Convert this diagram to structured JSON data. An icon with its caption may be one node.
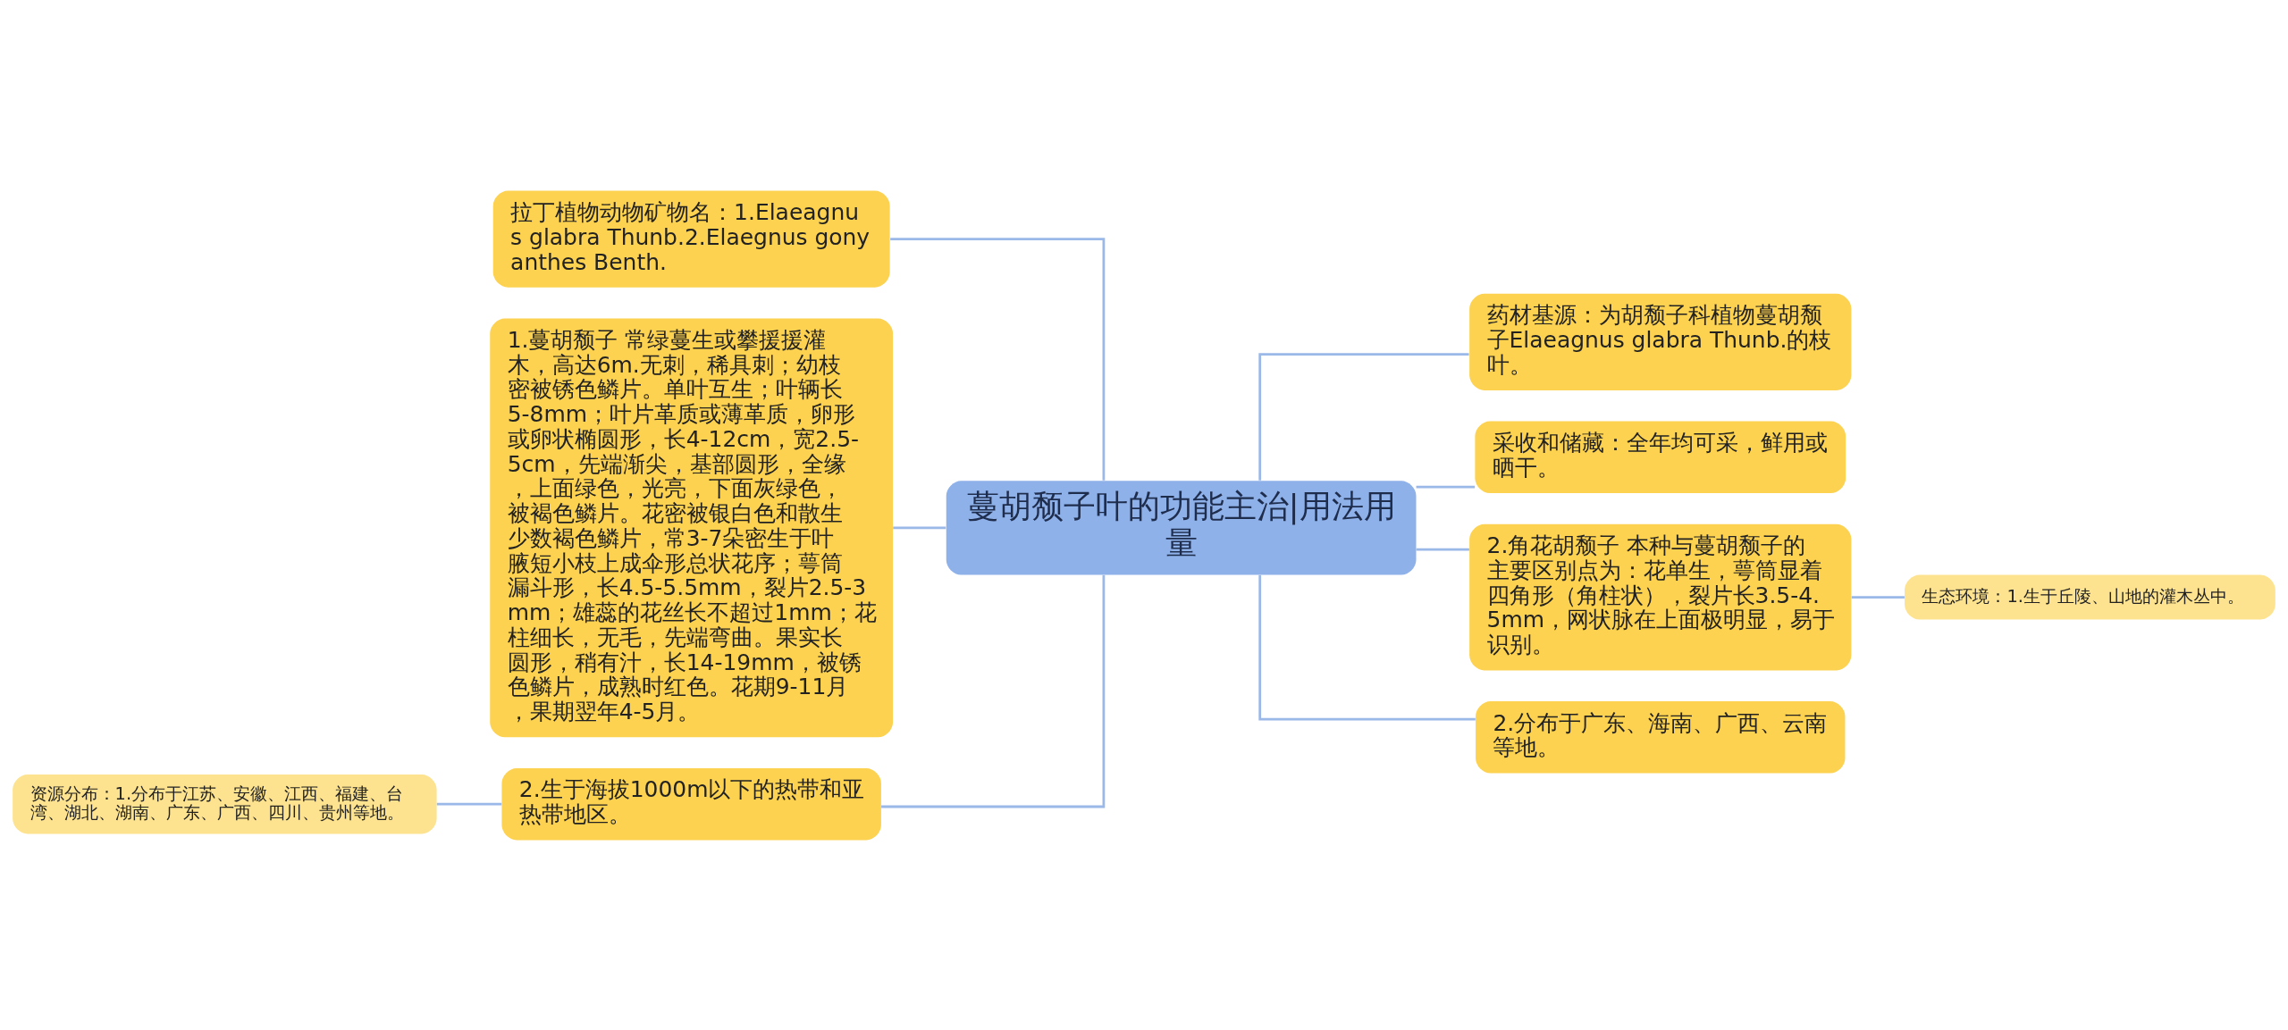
{
  "diagram": {
    "nodes": [
      {
        "text": [
          "蔓胡颓子叶的功能主治|用法用量"
        ]
      },
      {
        "text": [
          "拉丁植物动物矿物名：1.Elaeagnus glabra Thunb.2.Elaegnus gonyanthes Benth."
        ]
      },
      {
        "text": [
          "1.蔓胡颓子 常绿蔓生或攀援援灌木，高达6m.无刺，稀具刺；幼枝密被锈色鳞片。单叶互生；叶辆长5-8mm；叶片革质或薄革质，卵形或卵状椭圆形，长4-12cm，宽2.5-5cm，先端渐尖，基部圆形，全缘，上面绿色，光亮，下面灰绿色，被褐色鳞片。花密被银白色和散生少数褐色鳞片，常3-7朵密生于叶腋短小枝上成伞形总状花序；萼筒漏斗形，长4.5-5.5mm，裂片2.5-3mm；雄蕊的花丝长不超过1mm；花柱细长，无毛，先端弯曲。果实长圆形，稍有汁，长14-19mm，被锈色鳞片，成熟时红色。花期9-11月，果期翌年4-5月。"
        ]
      },
      {
        "text": [
          "2.生于海拔1000m以下的热带和亚热带地区。"
        ]
      },
      {
        "text": [
          "资源分布：1.分布于江苏、安徽、江西、福建、台湾、湖北、湖南、广东、广西、四川、贵州等地。"
        ]
      },
      {
        "text": [
          "药材基源：为胡颓子科植物蔓胡颓子Elaeagnus glabra Thunb.的枝叶。"
        ]
      },
      {
        "text": [
          "采收和储藏：全年均可采，鲜用或晒干。"
        ]
      },
      {
        "text": [
          "2.角花胡颓子 本种与蔓胡颓子的主要区别点为：花单生，萼筒显着四角形（角柱状），裂片长3.5-4.5mm，网状脉在上面极明显，易于识别。"
        ]
      },
      {
        "text": [
          "生态环境：1.生于丘陵、山地的灌木丛中。"
        ]
      },
      {
        "text": [
          "2.分布于广东、海南、广西、云南等地。"
        ]
      }
    ],
    "edges": [
      {
        "from": 0,
        "to": 1,
        "arrow": "none"
      },
      {
        "from": 0,
        "to": 2,
        "arrow": "none"
      },
      {
        "from": 0,
        "to": 3,
        "arrow": "none"
      },
      {
        "from": 3,
        "to": 4,
        "arrow": "none"
      },
      {
        "from": 0,
        "to": 5,
        "arrow": "none"
      },
      {
        "from": 0,
        "to": 6,
        "arrow": "none"
      },
      {
        "from": 0,
        "to": 7,
        "arrow": "none"
      },
      {
        "from": 7,
        "to": 8,
        "arrow": "none"
      },
      {
        "from": 0,
        "to": 9,
        "arrow": "none"
      }
    ]
  }
}
